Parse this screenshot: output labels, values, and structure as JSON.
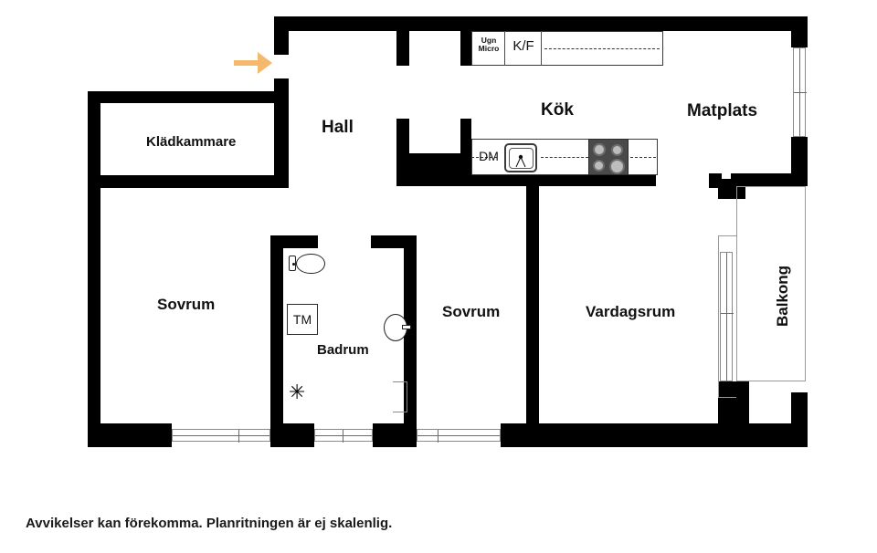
{
  "document": {
    "type": "floor-plan",
    "language": "sv",
    "footer_note": "Avvikelser kan förekomma. Planritningen är ej skalenlig."
  },
  "colors": {
    "wall": "#000000",
    "background": "#ffffff",
    "entrance_arrow": "#f5b96e",
    "fixture_outline": "#2b2b2b",
    "hob": "#4a4a4a",
    "burner": "#bdbdbd",
    "window_frame": "#8a8a8a",
    "text": "#111111"
  },
  "rooms": [
    {
      "id": "kladkammare",
      "label": "Klädkammare",
      "size": "md"
    },
    {
      "id": "hall",
      "label": "Hall",
      "size": "xl"
    },
    {
      "id": "kok",
      "label": "Kök",
      "size": "xl"
    },
    {
      "id": "matplats",
      "label": "Matplats",
      "size": "xl"
    },
    {
      "id": "sovrum-vanster",
      "label": "Sovrum",
      "size": "lg"
    },
    {
      "id": "badrum",
      "label": "Badrum",
      "size": "md"
    },
    {
      "id": "sovrum-mitten",
      "label": "Sovrum",
      "size": "lg"
    },
    {
      "id": "vardagsrum",
      "label": "Vardagsrum",
      "size": "lg"
    },
    {
      "id": "balkong",
      "label": "Balkong",
      "size": "lg"
    }
  ],
  "fixtures": {
    "oven_micro": {
      "line1": "Ugn",
      "line2": "Micro"
    },
    "fridge_freezer": {
      "label": "K/F"
    },
    "dishwasher": {
      "label": "DM"
    },
    "washing_machine": {
      "label": "TM"
    },
    "stove": {
      "burners": 4
    },
    "sink": {
      "present": true
    },
    "toilet": {
      "present": true
    },
    "bathroom_sink": {
      "present": true
    },
    "floor_drain": {
      "glyph": "✳"
    }
  },
  "entrance": {
    "icon": "arrow-right-icon",
    "description": "entré"
  }
}
